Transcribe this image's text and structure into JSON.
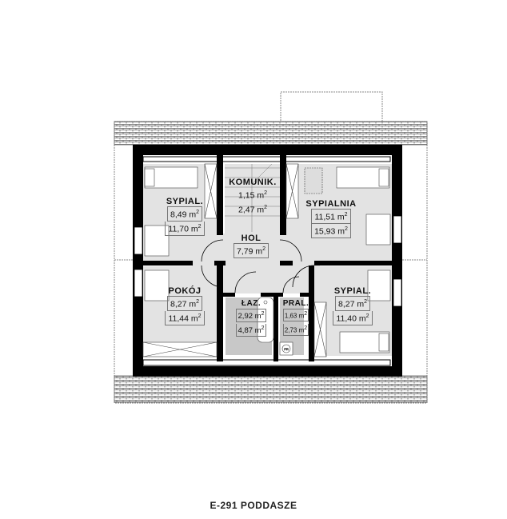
{
  "plan": {
    "title": "E-291 PODDASZE",
    "colors": {
      "wall": "#000000",
      "floor": "#e3e3e3",
      "wet_floor": "#c4c4c4",
      "roof_hatch": "#666666",
      "background": "#ffffff"
    },
    "rooms": [
      {
        "id": "sypial-1",
        "name": "SYPIAL.",
        "area_net": "8,49 m",
        "area_gross": "11,70 m"
      },
      {
        "id": "komunik",
        "name": "KOMUNIK.",
        "area_net": "1,15 m",
        "area_gross": "2,47 m"
      },
      {
        "id": "sypialnia",
        "name": "SYPIALNIA",
        "area_net": "11,51 m",
        "area_gross": "15,93 m"
      },
      {
        "id": "hol",
        "name": "HOL",
        "area_net": "7,79 m",
        "area_gross": ""
      },
      {
        "id": "pokoj",
        "name": "POKÓJ",
        "area_net": "8,27 m",
        "area_gross": "11,44 m"
      },
      {
        "id": "laz",
        "name": "ŁAZ.",
        "area_net": "2,92 m",
        "area_gross": "4,87 m"
      },
      {
        "id": "pral",
        "name": "PRAL.",
        "area_net": "1,63 m",
        "area_gross": "2,73 m"
      },
      {
        "id": "sypial-2",
        "name": "SYPIAL.",
        "area_net": "8,27 m",
        "area_gross": "11,40 m"
      }
    ],
    "unit_sup": "2",
    "washer_symbol": "PR"
  }
}
